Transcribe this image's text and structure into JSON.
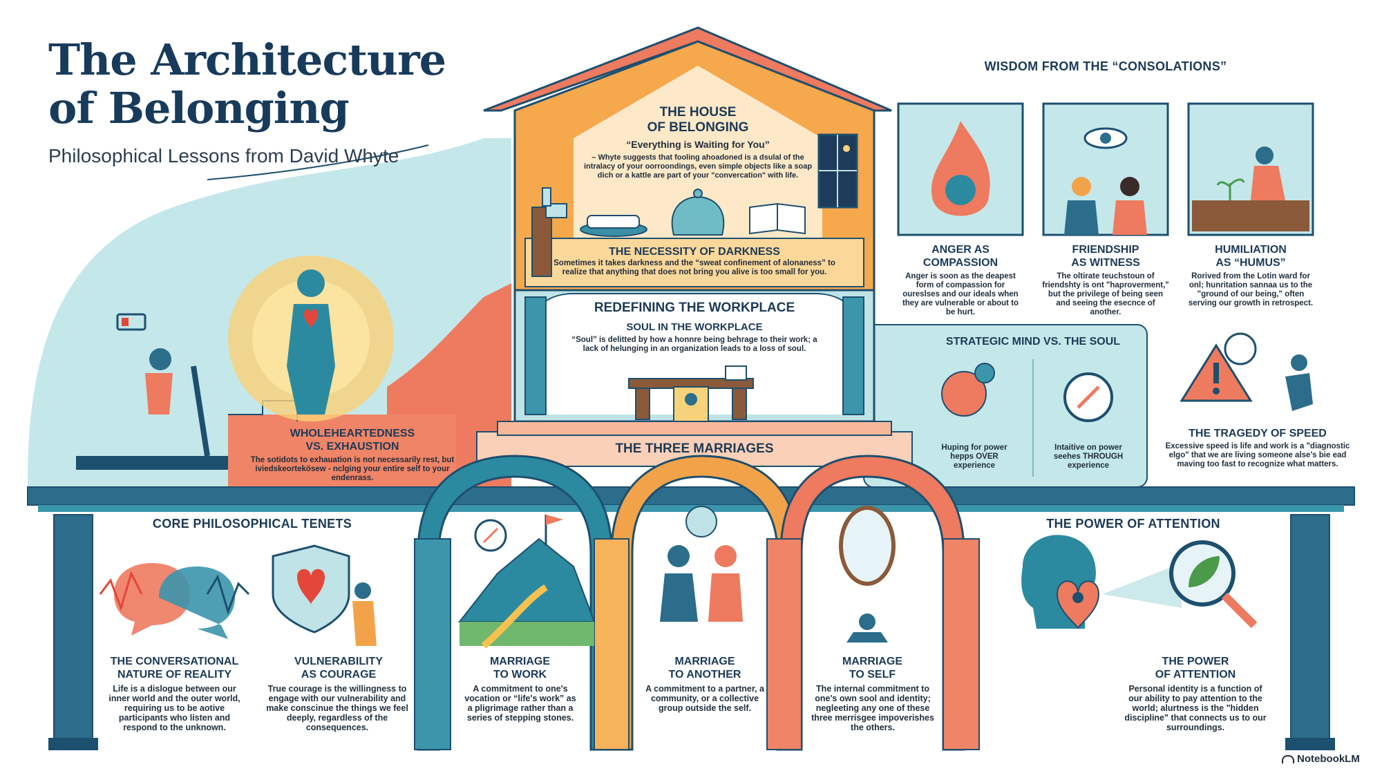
{
  "header": {
    "title_line1": "The Architecture",
    "title_line2": "of Belonging",
    "subtitle": "Philosophical Lessons from David Whyte"
  },
  "house": {
    "title_line1": "THE HOUSE",
    "title_line2": "OF BELONGING",
    "quote": "“Everything is Waiting for You”",
    "quote_body": "– Whyte suggests that fooling ahoadoned is a dsulal of the intralacy of your oorroondings, even simple objects like a soap dich or a kattle are part of your \"convercation\" with life.",
    "darkness_title": "THE NECESSITY OF DARKNESS",
    "darkness_body": "Sometimes it takes darkness and the “sweat confinement of alonaness” to realize that anything that does not bring you alive is too small for you."
  },
  "workplace": {
    "title": "REDEFINING THE WORKPLACE",
    "subtitle": "SOUL IN THE WORKPLACE",
    "body": "“Soul” is delitted by how a honnre being behrage to their work; a lack of helunging in an organization leads to a loss of soul."
  },
  "marriages": {
    "banner": "THE THREE MARRIAGES",
    "work_title_1": "MARRIAGE",
    "work_title_2": "TO WORK",
    "work_body": "A commitment to one's vocation or “life's work” as a pligrimage rather than a series of stepping stones.",
    "another_title_1": "MARRIAGE",
    "another_title_2": "TO ANOTHER",
    "another_body": "A commitment to a partner, a community, or a collective group outside the self.",
    "self_title_1": "MARRIAGE",
    "self_title_2": "TO SELF",
    "self_body": "The internal commitment to one's own sool and identity; negleeting any one of these three merrisgee impoverishes the others."
  },
  "wholeheartedness": {
    "title_1": "WHOLEHEARTEDNESS",
    "title_2": "VS. EXHAUSTION",
    "body": "The sotidots to exhauation is not necessarily rest, but iviedskeortekösew - nclging your entire self to your endenrass."
  },
  "consolations": {
    "heading": "WISDOM FROM THE “CONSOLATIONS”",
    "anger_title_1": "ANGER AS",
    "anger_title_2": "COMPASSION",
    "anger_body": "Anger is soon as the deapest form of compassion for oureslses and our ideals when they are vulnerable or about to be hurt.",
    "friend_title_1": "FRIENDSHIP",
    "friend_title_2": "AS WITNESS",
    "friend_body": "The oltirate teuchstoun of friendshty is ont \"haproverment,\" but the privilege of being seen and seeing the esecnce of another.",
    "humil_title_1": "HUMILIATION",
    "humil_title_2": "AS “HUMUS”",
    "humil_body": "Rorived from the Lotin ward for onl; hunritation sannaa us to the \"ground of our being,\" often serving our growth in retrospect."
  },
  "strategic": {
    "heading": "STRATEGIC MIND VS. THE SOUL",
    "mind_body": "Huping for power hepps OVER experience",
    "soul_body": "Intaitive on power seehes THROUGH experience",
    "speed_title": "THE TRAGEDY OF SPEED",
    "speed_body": "Excessive speed is life and work is a \"diagnostic elgo\" that we are living someone alse's bie ead maving too fast to recognize what matters."
  },
  "tenets": {
    "heading": "CORE PHILOSOPHICAL TENETS",
    "conv_title_1": "THE CONVERSATIONAL",
    "conv_title_2": "NATURE OF REALITY",
    "conv_body": "Life is a dislogue between our inner world and the outer world, requiring us to be aotive participants who listen and respond to the unknown.",
    "vuln_title_1": "VULNERABILITY",
    "vuln_title_2": "AS COURAGE",
    "vuln_body": "True courage is the willingness to engage with our vulnerability and make conscinue the things we feel deeply, regardless of the consequences."
  },
  "attention": {
    "heading": "THE POWER OF ATTENTION",
    "title_1": "THE POWER",
    "title_2": "OF ATTENTION",
    "body": "Personal identity is a function of our ability to pay attention to the world; alurtness is the \"hidden discipline\" that connects us to our surroundings."
  },
  "footer": {
    "brand": "NotebookLM"
  },
  "colors": {
    "navy": "#1d4f6e",
    "teal": "#2b8aa0",
    "orange": "#f2a34a",
    "coral": "#ee7a5f",
    "light_teal": "#bfe3e6",
    "cream": "#fbe3c0"
  }
}
